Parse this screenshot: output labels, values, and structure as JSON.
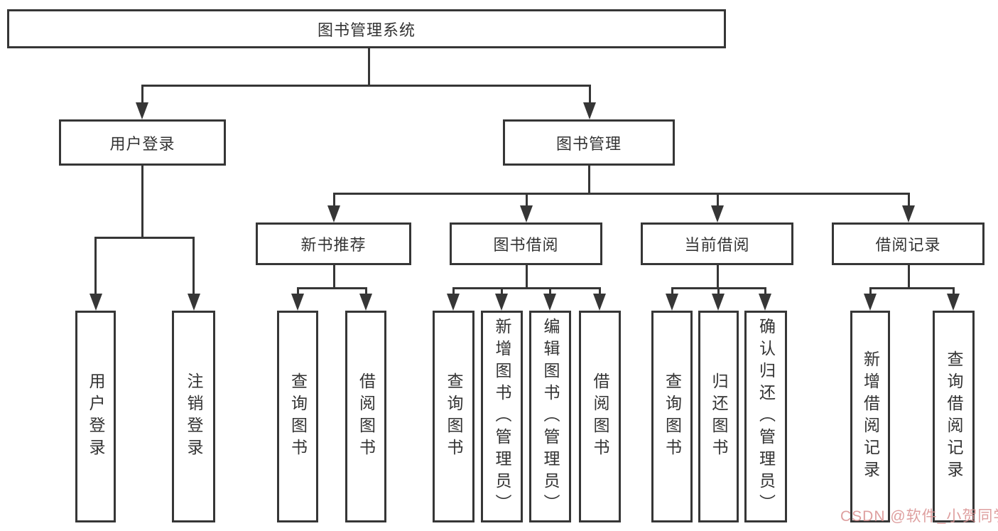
{
  "colors": {
    "background": "#ffffff",
    "line": "#363636",
    "box_border": "#363636",
    "text": "#333333",
    "watermark": "#d98f8f"
  },
  "diagram": {
    "root": {
      "label": "图书管理系统"
    },
    "branches": [
      {
        "label": "用户登录",
        "children": [
          {
            "label": "用户登录"
          },
          {
            "label": "注销登录"
          }
        ]
      },
      {
        "label": "图书管理",
        "children": [
          {
            "label": "新书推荐",
            "children": [
              {
                "label": "查询图书"
              },
              {
                "label": "借阅图书"
              }
            ]
          },
          {
            "label": "图书借阅",
            "children": [
              {
                "label": "查询图书"
              },
              {
                "label": "新增图书（管理员）"
              },
              {
                "label": "编辑图书（管理员）"
              },
              {
                "label": "借阅图书"
              }
            ]
          },
          {
            "label": "当前借阅",
            "children": [
              {
                "label": "查询图书"
              },
              {
                "label": "归还图书"
              },
              {
                "label": "确认归还（管理员）"
              }
            ]
          },
          {
            "label": "借阅记录",
            "children": [
              {
                "label": "新增借阅记录"
              },
              {
                "label": "查询借阅记录"
              }
            ]
          }
        ]
      }
    ]
  },
  "watermark": {
    "text": "CSDN @软件_小贺同学"
  }
}
